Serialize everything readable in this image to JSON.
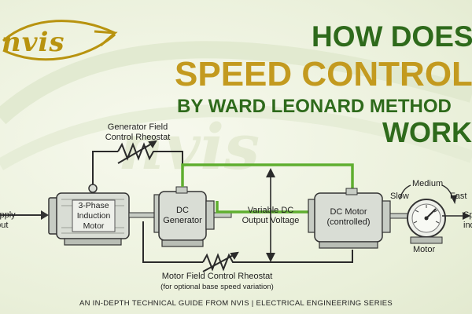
{
  "brand": {
    "logo_text": "nvis"
  },
  "title": {
    "line1": "HOW DOES",
    "line2": "SPEED CONTROL",
    "line3": "BY WARD LEONARD METHOD",
    "line4": "WORK"
  },
  "diagram": {
    "supply_label_l1": "Supply",
    "supply_label_l2": "Input",
    "induction_motor_l1": "3-Phase",
    "induction_motor_l2": "Induction",
    "induction_motor_l3": "Motor",
    "generator_l1": "DC",
    "generator_l2": "Generator",
    "gen_rheostat_l1": "Generator Field",
    "gen_rheostat_l2": "Control Rheostat",
    "variable_voltage_l1": "Variable DC",
    "variable_voltage_l2": "Output Voltage",
    "dc_motor_l1": "DC Motor",
    "dc_motor_l2": "(controlled)",
    "motor_rheostat_l1": "Motor Field Control Rheostat",
    "motor_rheostat_l2": "(for optional base speed variation)",
    "gauge_slow": "Slow",
    "gauge_medium": "Medium",
    "gauge_fast": "Fast",
    "gauge_motor": "Motor",
    "speed_label_l1": "Speed",
    "speed_label_l2": "indicator"
  },
  "footer": {
    "text": "AN IN-DEPTH TECHNICAL GUIDE FROM NVIS | ELECTRICAL ENGINEERING SERIES"
  },
  "colors": {
    "primary_green": "#2e6a1b",
    "accent_gold": "#c39a1f",
    "wire_green": "#5fae2f",
    "background": "#eef2e2"
  }
}
